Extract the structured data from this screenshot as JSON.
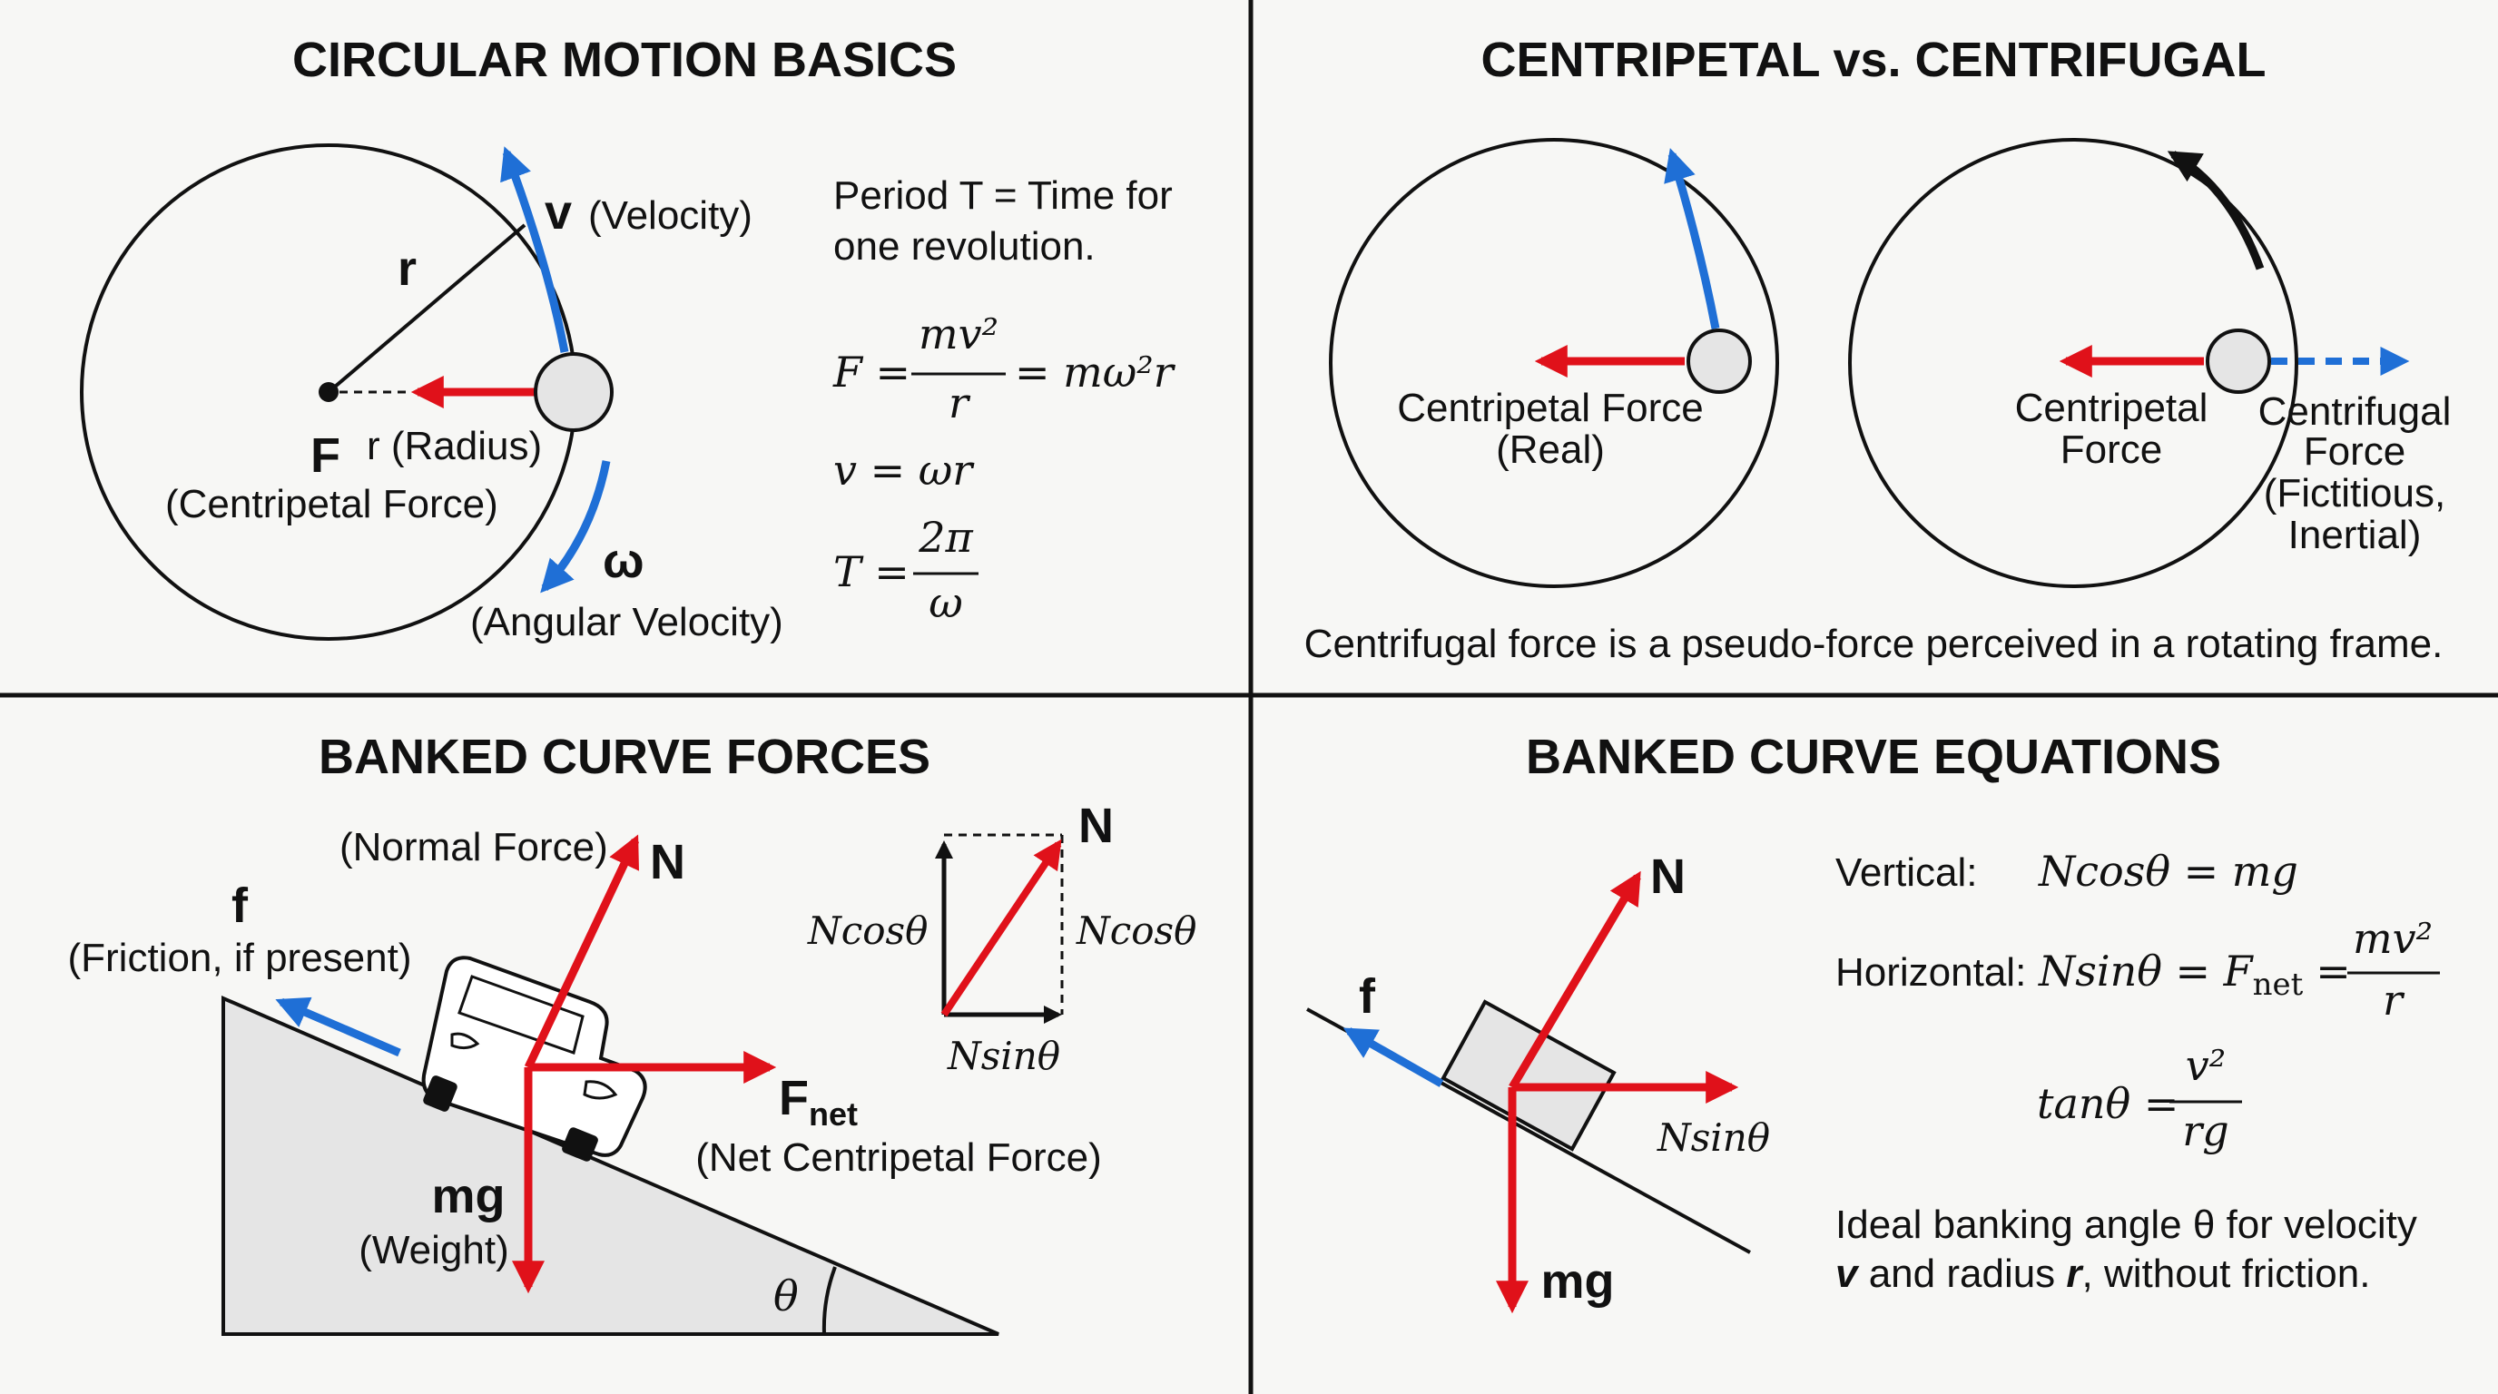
{
  "colors": {
    "force_red": "#e0111a",
    "velocity_blue": "#1f6fd6",
    "outline": "#111111",
    "fill_gray": "#e5e5e5"
  },
  "panel1": {
    "title": "CIRCULAR MOTION BASICS",
    "v_symbol": "v",
    "v_label": "(Velocity)",
    "r_symbol": "r",
    "r_radius": "r (Radius)",
    "F_symbol": "F",
    "centripetal_label": "(Centripetal Force)",
    "omega_symbol": "ω",
    "angular_label": "(Angular Velocity)",
    "period_line1": "Period T = Time for",
    "period_line2": "one revolution.",
    "eq_F_lhs": "F =",
    "eq_F_num": "mv²",
    "eq_F_den": "r",
    "eq_F_rhs": "= mω²r",
    "eq_v": "v = ωr",
    "eq_T_lhs": "T =",
    "eq_T_num": "2π",
    "eq_T_den": "ω"
  },
  "panel2": {
    "title": "CENTRIPETAL vs. CENTRIFUGAL",
    "left_line1": "Centripetal Force",
    "left_line2": "(Real)",
    "mid_line1": "Centripetal",
    "mid_line2": "Force",
    "right_line1": "Centrifugal",
    "right_line2": "Force",
    "right_line3": "(Fictitious,",
    "right_line4": "Inertial)",
    "caption": "Centrifugal force is a pseudo-force perceived in a rotating frame."
  },
  "panel3": {
    "title": "BANKED CURVE FORCES",
    "normal_label": "(Normal Force)",
    "N_symbol": "N",
    "f_symbol": "f",
    "friction_label": "(Friction, if present)",
    "fnet_F": "F",
    "fnet_sub": "net",
    "net_label": "(Net Centripetal Force)",
    "mg_symbol": "mg",
    "weight_label": "(Weight)",
    "theta": "θ",
    "ncos_left": "Ncosθ",
    "ncos_right": "Ncosθ",
    "nsin": "Nsinθ",
    "N_vec": "N"
  },
  "panel4": {
    "title": "BANKED CURVE EQUATIONS",
    "N_symbol": "N",
    "f_symbol": "f",
    "mg_symbol": "mg",
    "nsin": "Nsinθ",
    "vertical_label": "Vertical:",
    "vertical_eq": "Ncosθ = mg",
    "horizontal_label": "Horizontal:",
    "horizontal_eq": "Nsinθ = F",
    "horizontal_sub": "net",
    "horizontal_eq_end": "=",
    "horizontal_num": "mv²",
    "horizontal_den": "r",
    "tan_lhs": "tanθ =",
    "tan_num": "v²",
    "tan_den": "rg",
    "ideal_line1": "Ideal banking angle θ for velocity",
    "ideal_v": "v",
    "ideal_mid": " and radius ",
    "ideal_r": "r",
    "ideal_end": ", without friction."
  }
}
